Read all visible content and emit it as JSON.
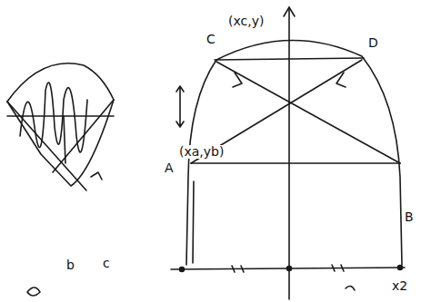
{
  "diagram": {
    "labels": [
      "C",
      "(xc,y)",
      "D",
      "A",
      "(xa,yb)",
      "B",
      "b",
      "c",
      "x2"
    ]
  }
}
